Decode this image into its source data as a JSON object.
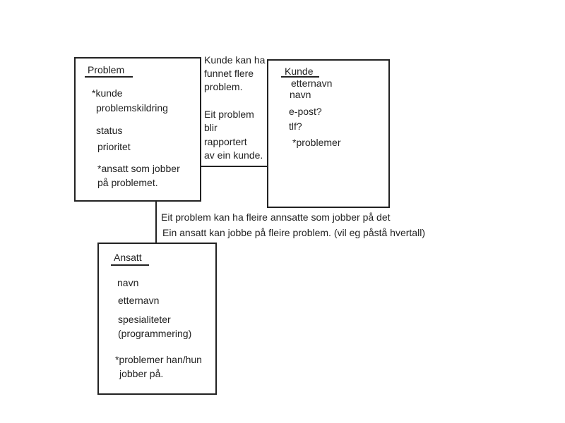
{
  "problem": {
    "title": "Problem",
    "fields": [
      "*kunde",
      "problemskildring",
      "status",
      "prioritet",
      "*ansatt som jobber",
      "på problemet."
    ]
  },
  "kunde": {
    "title": "Kunde",
    "fields": [
      "etternavn",
      "navn",
      "e-post?",
      "tlf?",
      "*problemer"
    ]
  },
  "ansatt": {
    "title": "Ansatt",
    "fields": [
      "navn",
      "etternavn",
      "spesialiteter",
      "(programmering)",
      "*problemer han/hun",
      "jobber på."
    ]
  },
  "relations": {
    "problem_kunde": [
      "Kunde kan ha",
      "funnet flere",
      "problem.",
      "Eit problem",
      "blir",
      "rapportert",
      "av ein kunde."
    ],
    "problem_ansatt": [
      "Eit problem kan ha fleire annsatte som jobber på det",
      "Ein ansatt kan jobbe på fleire problem. (vil eg påstå hvertall)"
    ]
  }
}
